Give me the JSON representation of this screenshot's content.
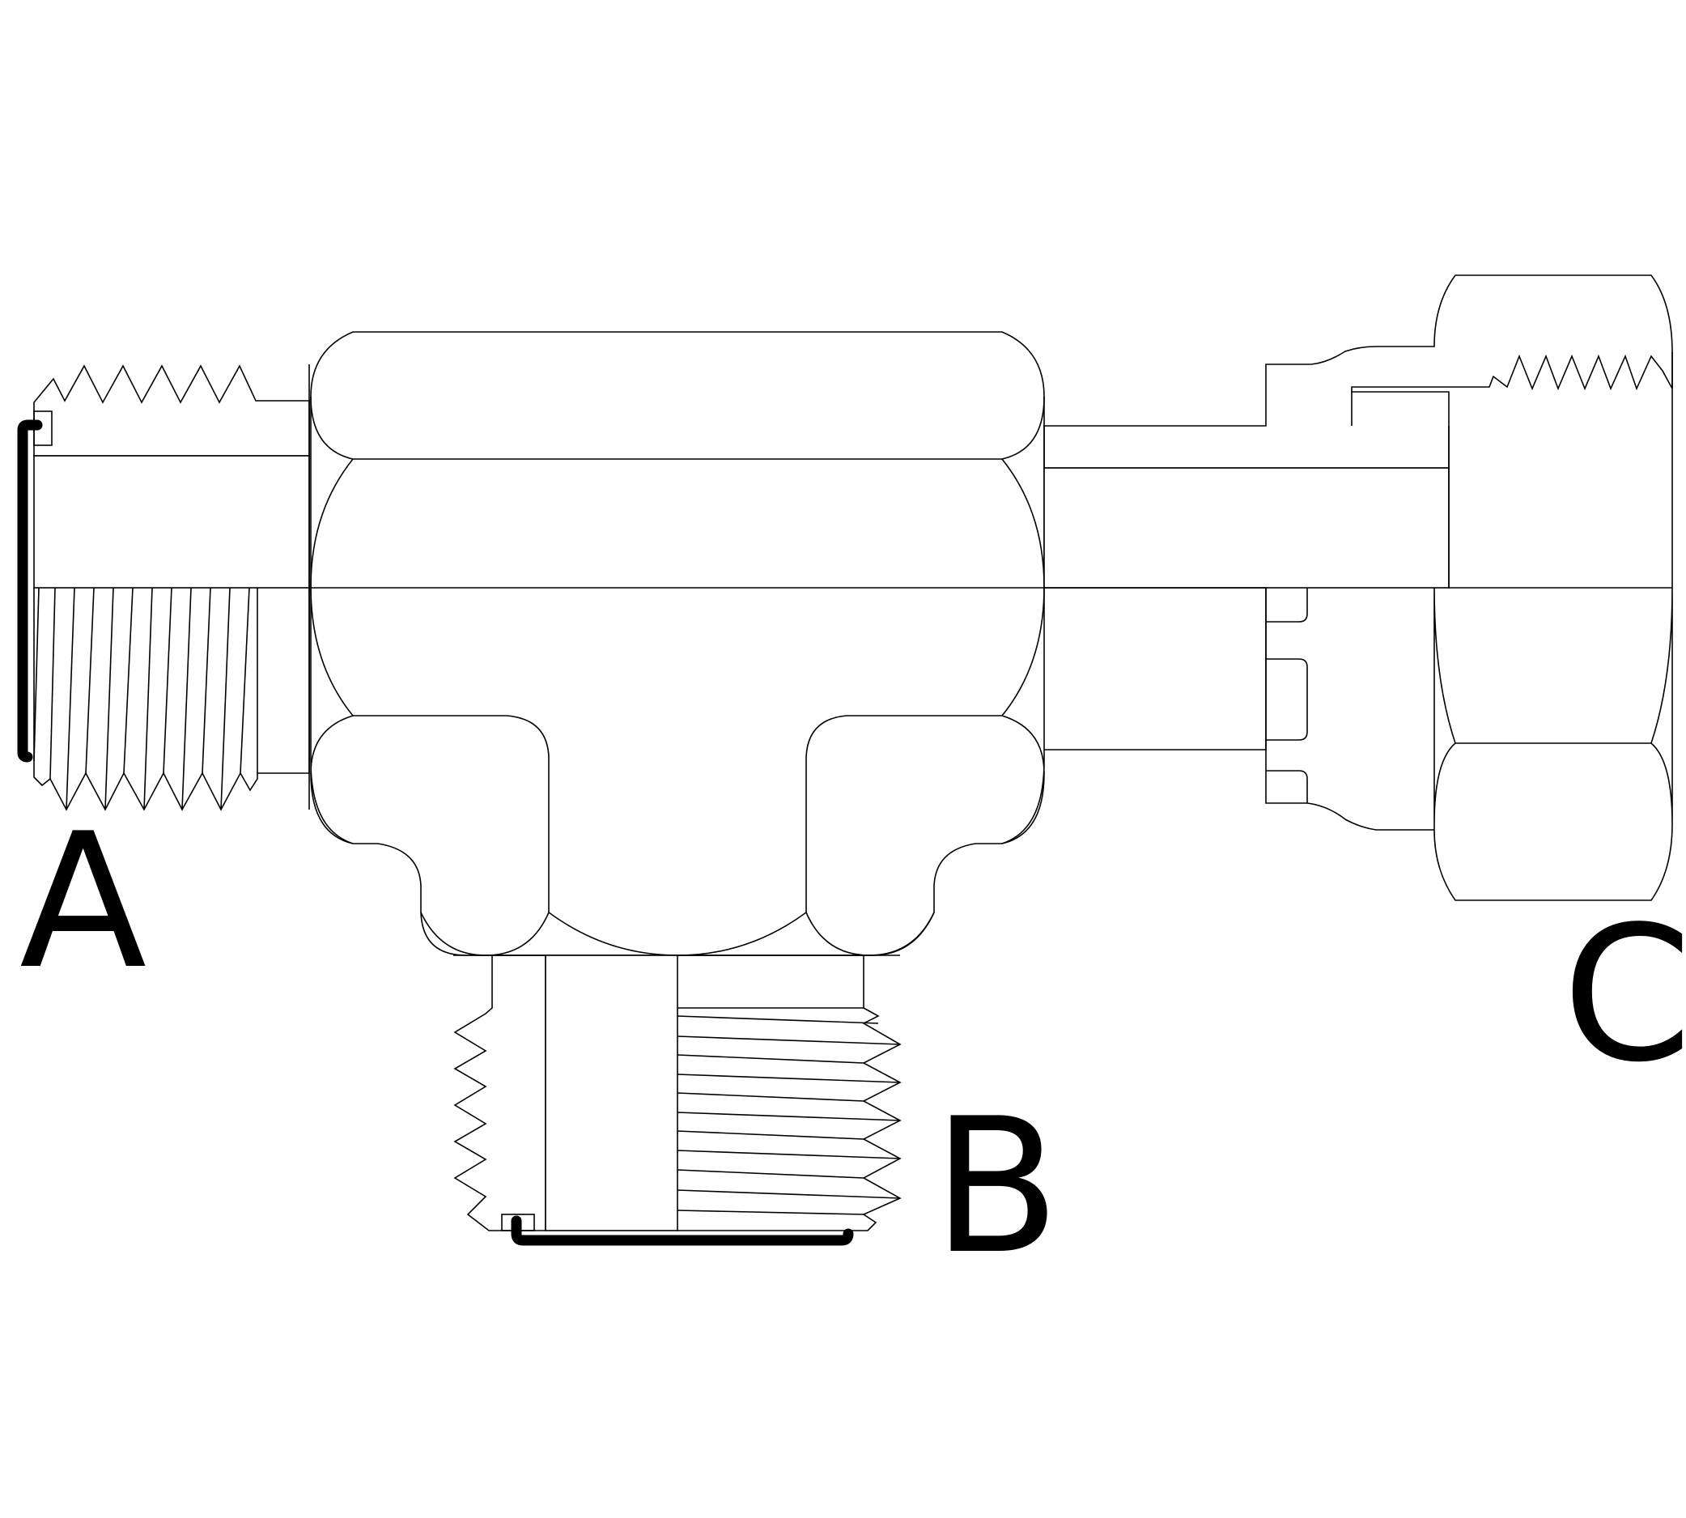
{
  "ports": [
    {
      "id": "A",
      "label": "A"
    },
    {
      "id": "B",
      "label": "B"
    },
    {
      "id": "C",
      "label": "C"
    }
  ],
  "colors": {
    "line": "#000000",
    "background": "#ffffff"
  }
}
